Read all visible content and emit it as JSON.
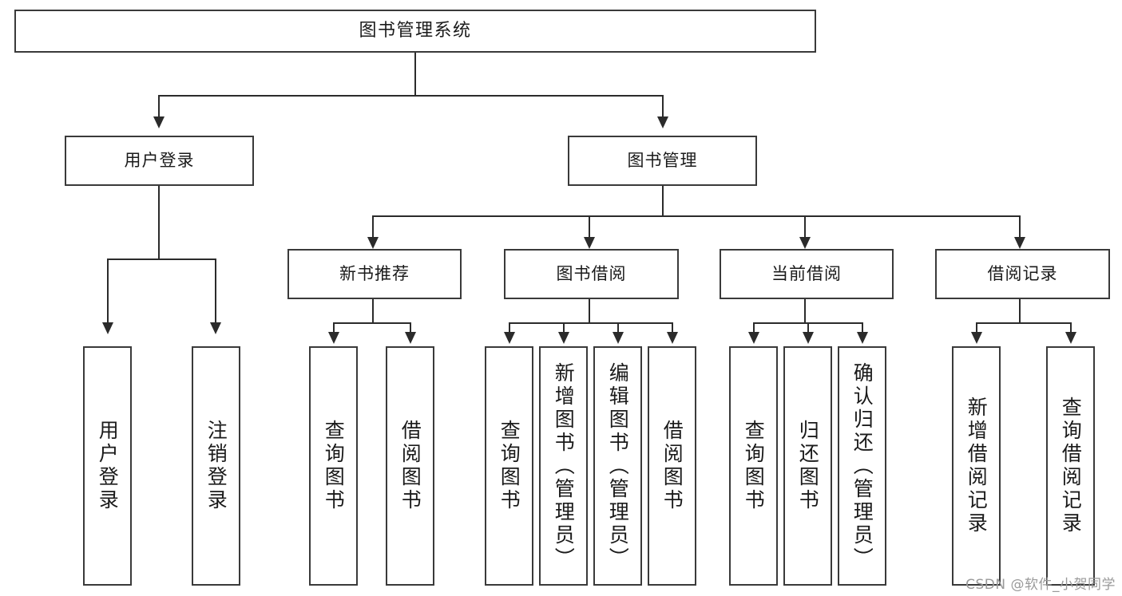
{
  "diagram": {
    "title": "图书管理系统",
    "type": "tree",
    "watermark": "CSDN @软件_小贺同学",
    "colors": {
      "box_border": "#3a3a3a",
      "connector": "#2b2b2b",
      "background": "#ffffff",
      "text": "#1a1a1a",
      "watermark": "#9a9a9a"
    },
    "nodes": {
      "root": {
        "label": "图书管理系统"
      },
      "level2": [
        {
          "label": "用户登录"
        },
        {
          "label": "图书管理"
        }
      ],
      "level3": [
        {
          "label": "新书推荐"
        },
        {
          "label": "图书借阅"
        },
        {
          "label": "当前借阅"
        },
        {
          "label": "借阅记录"
        }
      ],
      "leaves_user_login": [
        {
          "label": "用户登录"
        },
        {
          "label": "注销登录"
        }
      ],
      "leaves_new_book": [
        {
          "label": "查询图书"
        },
        {
          "label": "借阅图书"
        }
      ],
      "leaves_borrow": [
        {
          "label": "查询图书"
        },
        {
          "label": "新增图书（管理员）"
        },
        {
          "label": "编辑图书（管理员）"
        },
        {
          "label": "借阅图书"
        }
      ],
      "leaves_current": [
        {
          "label": "查询图书"
        },
        {
          "label": "归还图书"
        },
        {
          "label": "确认归还（管理员）"
        }
      ],
      "leaves_records": [
        {
          "label": "新增借阅记录"
        },
        {
          "label": "查询借阅记录"
        }
      ]
    }
  }
}
